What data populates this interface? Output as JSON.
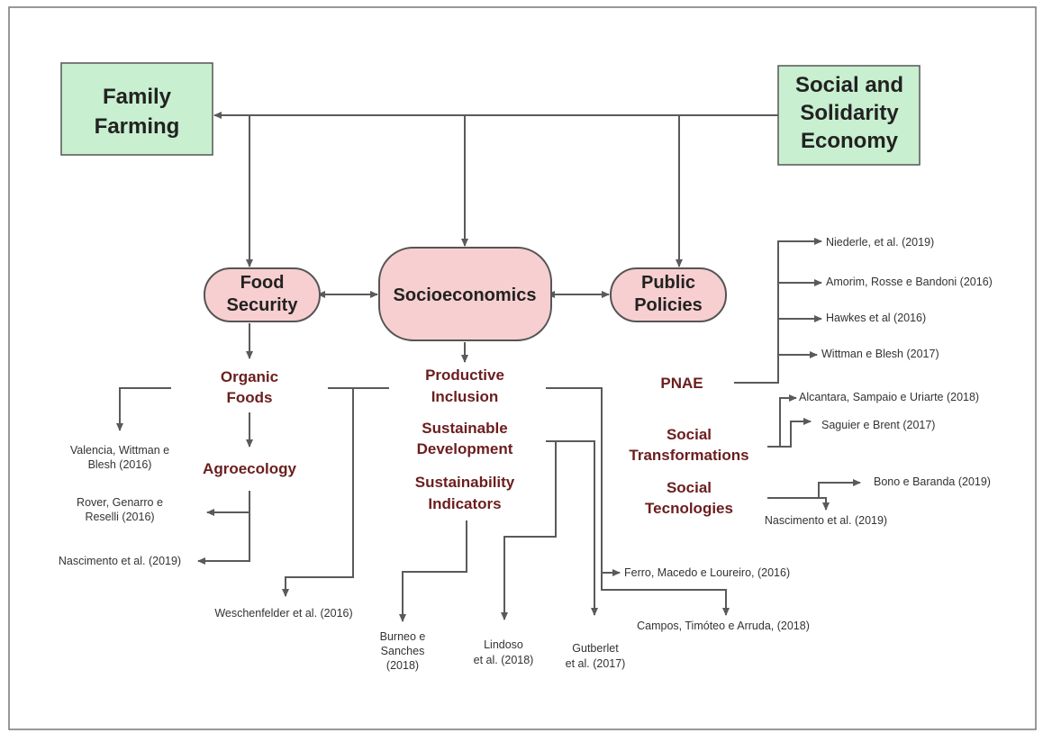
{
  "boxes": {
    "family_farming": [
      "Family",
      "Farming"
    ],
    "sse": [
      "Social and",
      "Solidarity",
      "Economy"
    ]
  },
  "pills": {
    "food_security": [
      "Food",
      "Security"
    ],
    "socioeconomics": "Socioeconomics",
    "public_policies": [
      "Public",
      "Policies"
    ]
  },
  "topics": {
    "organic_foods": [
      "Organic",
      "Foods"
    ],
    "agroecology": "Agroecology",
    "productive_inclusion": [
      "Productive",
      "Inclusion"
    ],
    "sustainable_development": [
      "Sustainable",
      "Development"
    ],
    "sustainability_indicators": [
      "Sustainability",
      "Indicators"
    ],
    "pnae": "PNAE",
    "social_transformations": [
      "Social",
      "Transformations"
    ],
    "social_tecnologies": [
      "Social",
      "Tecnologies"
    ]
  },
  "refs": {
    "valencia": [
      "Valencia, Wittman e",
      "Blesh (2016)"
    ],
    "rover": [
      "Rover, Genarro e",
      "Reselli (2016)"
    ],
    "nascimento_left": "Nascimento et al. (2019)",
    "weschenfelder": "Weschenfelder et al. (2016)",
    "burneo": [
      "Burneo e",
      "Sanches",
      "(2018)"
    ],
    "lindoso": [
      "Lindoso",
      "et al. (2018)"
    ],
    "gutberlet": [
      "Gutberlet",
      "et al. (2017)"
    ],
    "ferro": "Ferro, Macedo e Loureiro, (2016)",
    "campos": "Campos, Timóteo e Arruda, (2018)",
    "niederle": "Niederle, et al. (2019)",
    "amorim": "Amorim, Rosse e Bandoni (2016)",
    "hawkes": "Hawkes et al (2016)",
    "wittman": "Wittman e Blesh (2017)",
    "alcantara": "Alcantara, Sampaio e Uriarte (2018)",
    "saguier": "Saguier e Brent (2017)",
    "bono": "Bono e Baranda (2019)",
    "nascimento_right": "Nascimento et al. (2019)"
  }
}
